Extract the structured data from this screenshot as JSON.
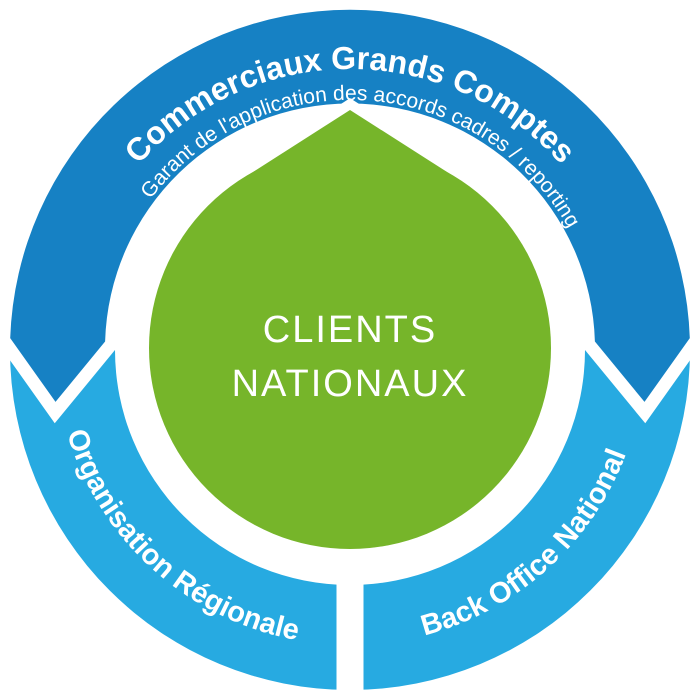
{
  "diagram": {
    "center": {
      "line1": "CLIENTS",
      "line2": "NATIONAUX"
    },
    "top_segment": {
      "title": "Commerciaux Grands Comptes",
      "subtitle": "Garant de l'application des accords cadres / reporting"
    },
    "bottom_left_segment": {
      "label": "Organisation Régionale"
    },
    "bottom_right_segment": {
      "label": "Back Office National"
    },
    "colors": {
      "top_arc": "#1681c4",
      "bottom_arcs": "#27aae1",
      "center_circle": "#76b52a",
      "text": "#ffffff",
      "background": "#ffffff"
    }
  }
}
